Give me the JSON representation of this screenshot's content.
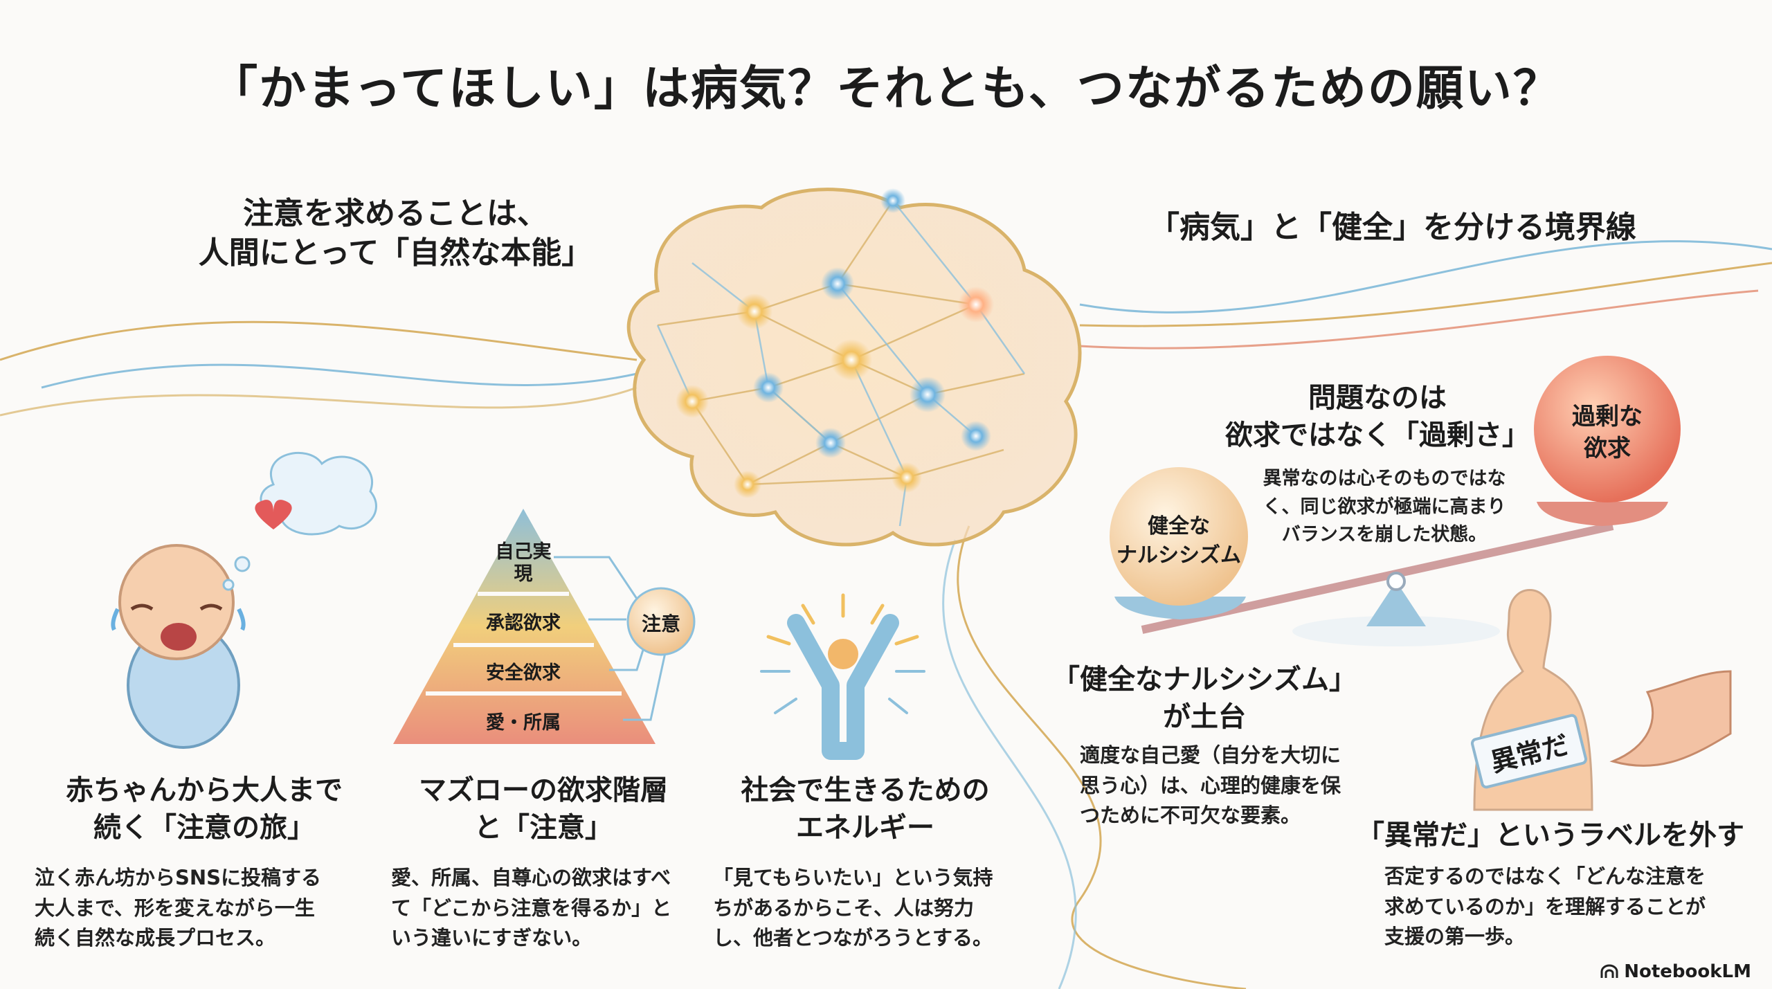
{
  "title": "「かまってほしい」は病気？それとも、つながるための願い？",
  "left_heading": [
    "注意を求めることは、",
    "人間にとって「自然な本能」"
  ],
  "right_heading": "「病気」と「健全」を分ける境界線",
  "pyramid": {
    "levels": [
      "自己実現",
      "承認欲求",
      "安全欲求",
      "愛・所属"
    ],
    "attention_label": "注意"
  },
  "columns": [
    {
      "heading": [
        "赤ちゃんから大人まで",
        "続く「注意の旅」"
      ],
      "body": [
        "泣く赤ん坊からSNSに投稿する",
        "大人まで、形を変えながら一生",
        "続く自然な成長プロセス。"
      ]
    },
    {
      "heading": [
        "マズローの欲求階層",
        "と「注意」"
      ],
      "body": [
        "愛、所属、自尊心の欲求はすべ",
        "て「どこから注意を得るか」と",
        "いう違いにすぎない。"
      ]
    },
    {
      "heading": [
        "社会で生きるための",
        "エネルギー"
      ],
      "body": [
        "「見てもらいたい」という気持",
        "ちがあるからこそ、人は努力",
        "し、他者とつながろうとする。"
      ]
    }
  ],
  "balance": {
    "left_ball": [
      "健全な",
      "ナルシシズム"
    ],
    "right_ball": [
      "過剰な",
      "欲求"
    ],
    "heading": [
      "問題なのは",
      "欲求ではなく「過剰さ」"
    ],
    "body": [
      "異常なのは心そのものではな",
      "く、同じ欲求が極端に高まり",
      "バランスを崩した状態。"
    ]
  },
  "healthy": {
    "heading": [
      "「健全なナルシシズム」",
      "が土台"
    ],
    "body": [
      "適度な自己愛（自分を大切に",
      "思う心）は、心理的健康を保",
      "つために不可欠な要素。"
    ]
  },
  "label_section": {
    "tag": "異常だ",
    "heading": "「異常だ」というラベルを外す",
    "body": [
      "否定するのではなく「どんな注意を",
      "求めているのか」を理解することが",
      "支援の第一歩。"
    ]
  },
  "brand": "NotebookLM",
  "colors": {
    "gold": "#d9b36a",
    "blue": "#8cc0dc",
    "coral": "#e7826a",
    "peach": "#f7e2c4"
  }
}
